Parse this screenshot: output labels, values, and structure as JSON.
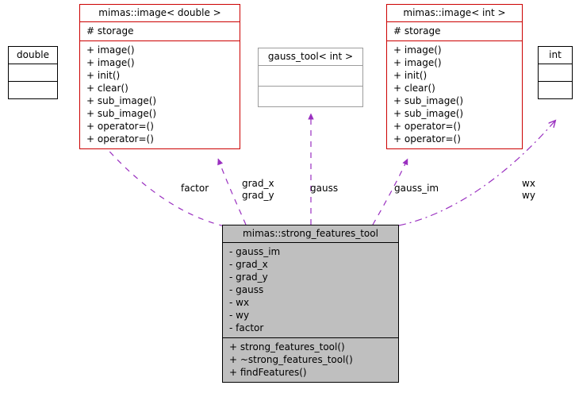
{
  "diagram": {
    "kind": "uml-collaboration-diagram",
    "colors": {
      "template_border": "#cc0000",
      "plain_border": "#000000",
      "muted_border": "#9c9c9c",
      "focus_fill": "#bfbfbf",
      "edge": "#9a30c0",
      "background": "#ffffff"
    },
    "nodes": [
      {
        "id": "double",
        "name": "double",
        "style": "plain",
        "attributes": [],
        "operations": []
      },
      {
        "id": "image_double",
        "name": "mimas::image< double >",
        "style": "template",
        "attributes": [
          "# storage"
        ],
        "operations": [
          "+ image()",
          "+ image()",
          "+ init()",
          "+ clear()",
          "+ sub_image()",
          "+ sub_image()",
          "+ operator=()",
          "+ operator=()"
        ]
      },
      {
        "id": "gauss_tool",
        "name": "gauss_tool< int >",
        "style": "muted",
        "attributes": [],
        "operations": []
      },
      {
        "id": "image_int",
        "name": "mimas::image< int >",
        "style": "template",
        "attributes": [
          "# storage"
        ],
        "operations": [
          "+ image()",
          "+ image()",
          "+ init()",
          "+ clear()",
          "+ sub_image()",
          "+ sub_image()",
          "+ operator=()",
          "+ operator=()"
        ]
      },
      {
        "id": "int",
        "name": "int",
        "style": "plain",
        "attributes": [],
        "operations": []
      },
      {
        "id": "strong_features_tool",
        "name": "mimas::strong_features_tool",
        "style": "focus",
        "attributes": [
          "- gauss_im",
          "- grad_x",
          "- grad_y",
          "- gauss",
          "- wx",
          "- wy",
          "- factor"
        ],
        "operations": [
          "+ strong_features_tool()",
          "+ ~strong_features_tool()",
          "+ findFeatures()"
        ]
      }
    ],
    "edges": [
      {
        "id": "e-factor",
        "from": "strong_features_tool",
        "to": "double",
        "label": "factor",
        "arrow": "open",
        "line": "dashed"
      },
      {
        "id": "e-grad",
        "from": "strong_features_tool",
        "to": "image_double",
        "label": "grad_x\ngrad_y",
        "arrow": "filled",
        "line": "dashed"
      },
      {
        "id": "e-gauss",
        "from": "strong_features_tool",
        "to": "gauss_tool",
        "label": "gauss",
        "arrow": "filled",
        "line": "dashed"
      },
      {
        "id": "e-gauss-im",
        "from": "strong_features_tool",
        "to": "image_int",
        "label": "gauss_im",
        "arrow": "filled",
        "line": "dashed"
      },
      {
        "id": "e-wxwy",
        "from": "strong_features_tool",
        "to": "int",
        "label": "wx\nwy",
        "arrow": "open",
        "line": "dash-dot"
      }
    ],
    "edge_labels": {
      "factor": "factor",
      "grad_x": "grad_x",
      "grad_y": "grad_y",
      "gauss": "gauss",
      "gauss_im": "gauss_im",
      "wx": "wx",
      "wy": "wy"
    }
  }
}
